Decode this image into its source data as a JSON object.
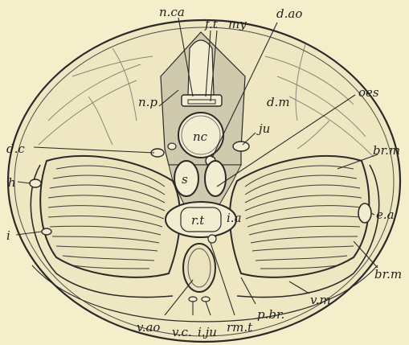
{
  "figure": {
    "labels": {
      "n_ca": "n.ca",
      "f_t": "f.t",
      "my": "my",
      "d_ao": "d.ao",
      "n_p": "n.p",
      "d_m": "d.m",
      "oes": "oes",
      "nc": "nc",
      "ju": "ju",
      "d_c": "d.c",
      "br_m_upper": "br.m",
      "h": "h",
      "s": "s",
      "r_t": "r.t",
      "i_a": "i.a",
      "e_a": "e.a",
      "i": "i",
      "br_m_lower": "br.m",
      "v_m": "v.m",
      "v_ao": "v.ao",
      "v_c": "v.c.",
      "i_ju": "i.ju",
      "rm_t": "rm.t",
      "p_br": "p.br."
    },
    "colors": {
      "background": "#f4eecb",
      "ink": "#2a2a2a",
      "shading": "#cfc9ad",
      "muscle": "#ebe3bd"
    }
  }
}
